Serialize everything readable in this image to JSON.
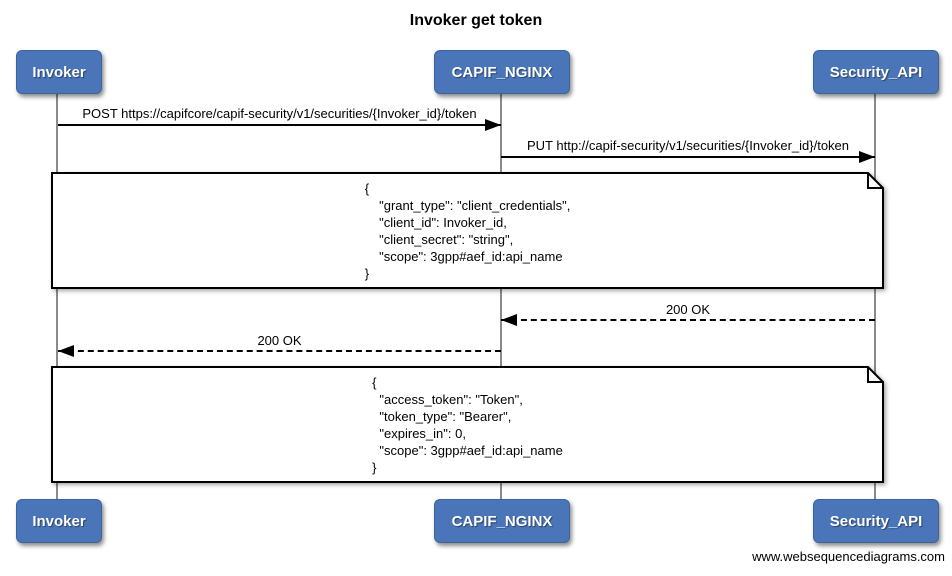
{
  "title": "Invoker get token",
  "footer": "www.websequencediagrams.com",
  "colors": {
    "actor_fill": "#4a76b9",
    "actor_border": "#3d639c",
    "actor_text": "#ffffff",
    "lifeline": "#8a8a8a",
    "arrow": "#000000",
    "note_fill": "#ffffff",
    "note_border": "#000000",
    "background": "#ffffff"
  },
  "actors": [
    {
      "name": "Invoker"
    },
    {
      "name": "CAPIF_NGINX"
    },
    {
      "name": "Security_API"
    }
  ],
  "messages": [
    {
      "label": "POST https://capifcore/capif-security/v1/securities/{Invoker_id}/token",
      "from": "Invoker",
      "to": "CAPIF_NGINX",
      "line": "solid",
      "direction": "right"
    },
    {
      "label": "PUT http://capif-security/v1/securities/{Invoker_id}/token",
      "from": "CAPIF_NGINX",
      "to": "Security_API",
      "line": "solid",
      "direction": "right"
    },
    {
      "label": "200 OK",
      "from": "Security_API",
      "to": "CAPIF_NGINX",
      "line": "dashed",
      "direction": "left"
    },
    {
      "label": "200 OK",
      "from": "CAPIF_NGINX",
      "to": "Invoker",
      "line": "dashed",
      "direction": "left"
    }
  ],
  "notes": [
    {
      "lines": [
        "{",
        "    \"grant_type\": \"client_credentials\",",
        "    \"client_id\": Invoker_id,",
        "    \"client_secret\": \"string\",",
        "    \"scope\": 3gpp#aef_id:api_name",
        "}"
      ]
    },
    {
      "lines": [
        "{",
        "  \"access_token\": \"Token\",",
        "  \"token_type\": \"Bearer\",",
        "  \"expires_in\": 0,",
        "  \"scope\": 3gpp#aef_id:api_name",
        "}"
      ]
    }
  ]
}
